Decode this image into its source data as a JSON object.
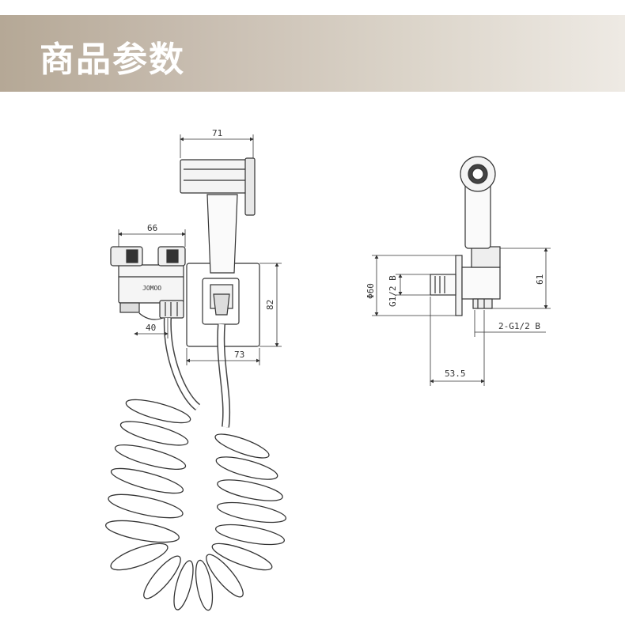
{
  "banner": {
    "title": "商品参数"
  },
  "front_view": {
    "brand": "JOMOO",
    "dims": {
      "top_width": "71",
      "valve_width": "66",
      "inlet_offset": "40",
      "plate_width": "73",
      "plate_height": "82"
    }
  },
  "side_view": {
    "dims": {
      "flange_dia": "Φ60",
      "inlet_thread": "G1/2 B",
      "height": "61",
      "outlet_thread": "2-G1/2 B",
      "depth": "53.5"
    }
  }
}
